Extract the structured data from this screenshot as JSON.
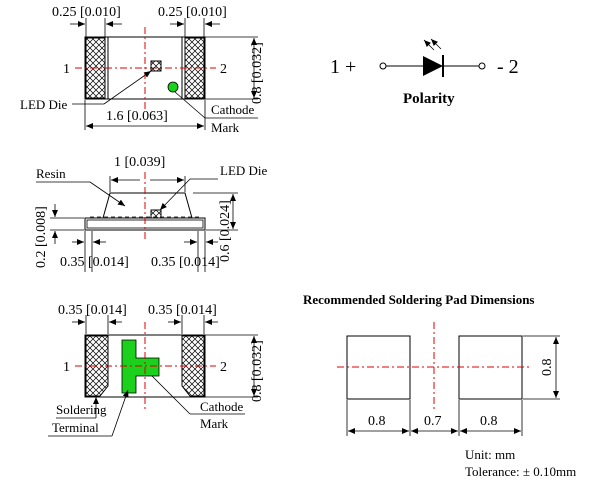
{
  "top_view": {
    "dim_left_top": "0.25 [0.010]",
    "dim_right_top": "0.25 [0.010]",
    "dim_width": "1.6 [0.063]",
    "dim_height": "0.8 [0.032]",
    "pin1": "1",
    "pin2": "2",
    "led_die": "LED Die",
    "cathode": "Cathode",
    "mark": "Mark"
  },
  "polarity": {
    "left": "1 +",
    "right": "- 2",
    "title": "Polarity"
  },
  "side_view": {
    "dim_top": "1 [0.039]",
    "resin": "Resin",
    "led_die": "LED Die",
    "dim_left_v": "0.2 [0.008]",
    "dim_right_v1": "0.6 [0.024]",
    "dim_bot_left": "0.35 [0.014]",
    "dim_bot_right": "0.35 [0.014]"
  },
  "bottom_view": {
    "dim_left_top": "0.35 [0.014]",
    "dim_right_top": "0.35 [0.014]",
    "dim_height": "0.8 [0.032]",
    "pin1": "1",
    "pin2": "2",
    "soldering": "Soldering",
    "terminal": "Terminal",
    "cathode": "Cathode",
    "mark": "Mark"
  },
  "pad": {
    "title": "Recommended Soldering Pad Dimensions",
    "w1": "0.8",
    "gap": "0.7",
    "w2": "0.8",
    "height": "0.8",
    "unit": "Unit: mm",
    "tolerance": "Tolerance: ± 0.10mm"
  },
  "colors": {
    "centerline": "#e00000",
    "green": "#1bd11b"
  }
}
